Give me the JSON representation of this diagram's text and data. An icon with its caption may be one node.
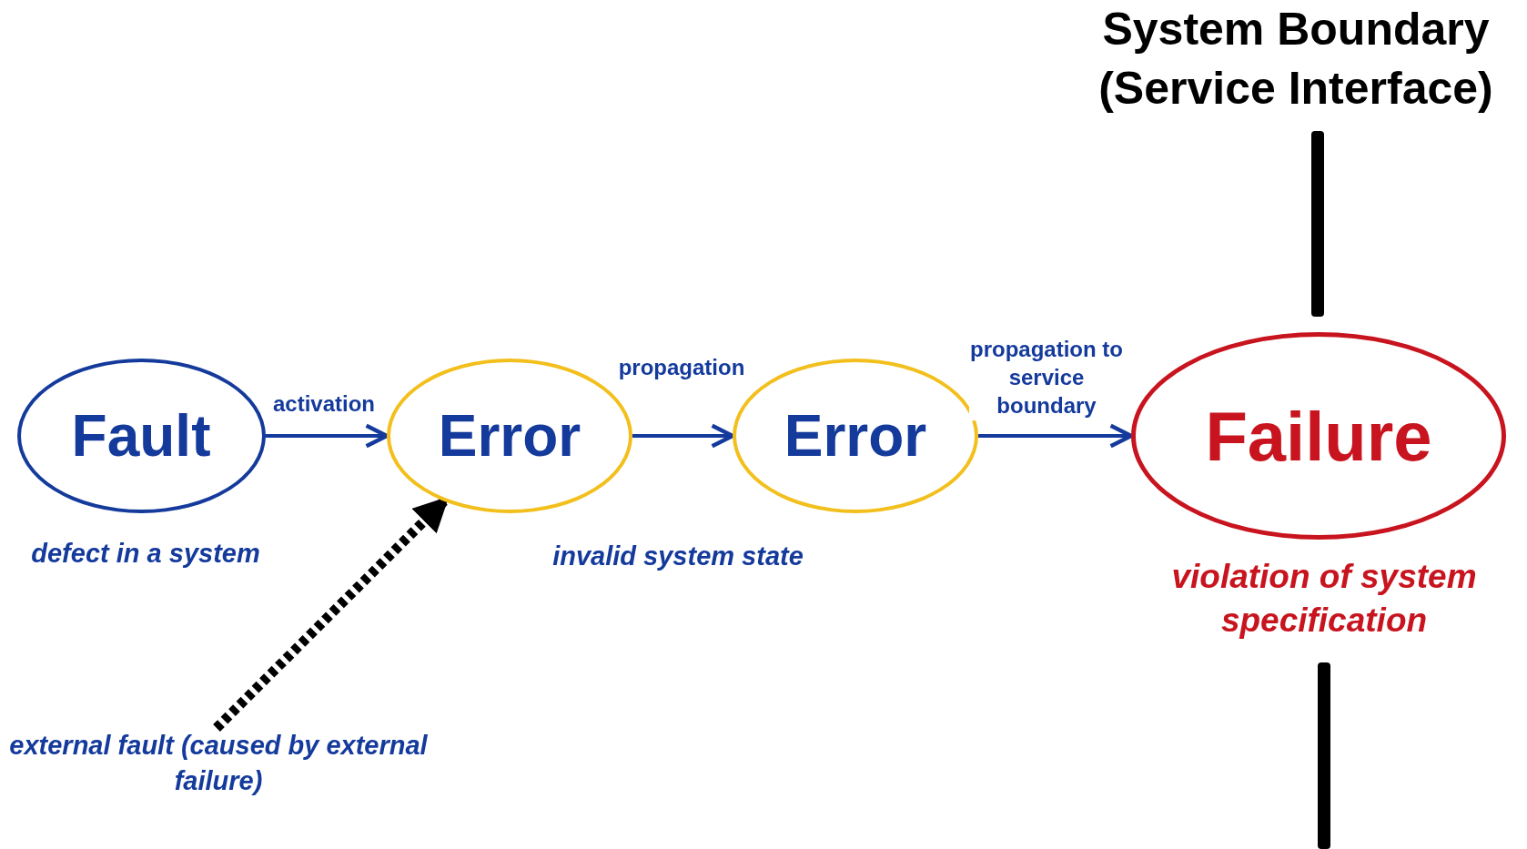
{
  "diagram": {
    "nodes": [
      {
        "text": [
          "Fault"
        ],
        "beside": [
          "defect in a system"
        ]
      },
      {
        "text": [
          "Error"
        ]
      },
      {
        "text": [
          "Error"
        ]
      },
      {
        "text": [
          "Failure"
        ],
        "beside": [
          "violation of system specification"
        ]
      },
      {
        "text": [
          "external fault (caused by external failure)"
        ]
      }
    ],
    "edges": [
      {
        "from": 0,
        "to": 1,
        "arrow": "to",
        "label": "activation"
      },
      {
        "from": 1,
        "to": 2,
        "arrow": "to",
        "label": "propagation"
      },
      {
        "from": 2,
        "to": 3,
        "arrow": "to",
        "label": "propagation to service boundary"
      },
      {
        "from": 4,
        "to": 1,
        "arrow": "to",
        "style": "dashed",
        "color": "#000000"
      }
    ],
    "labels": [
      "System Boundary (Service Interface)",
      "invalid system state"
    ]
  }
}
